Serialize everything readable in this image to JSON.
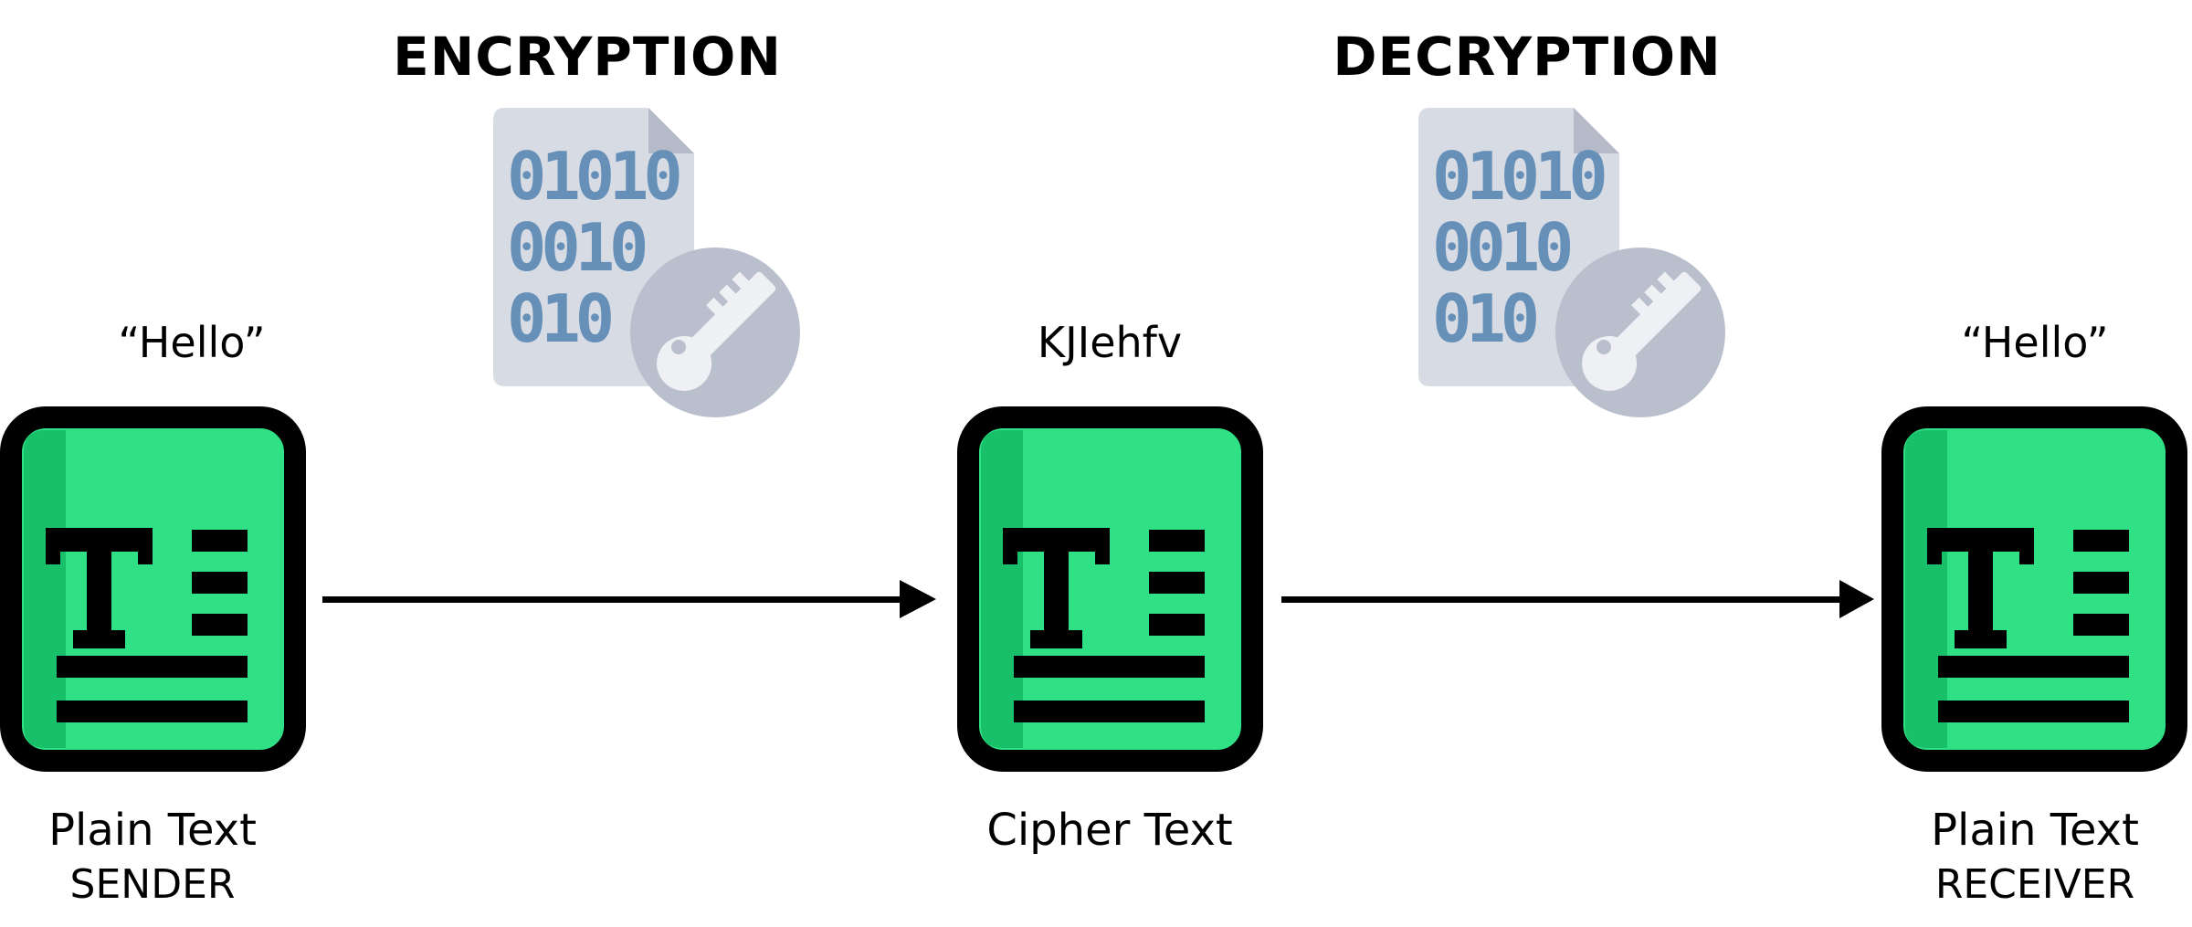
{
  "stages": {
    "encryption": {
      "title": "ENCRYPTION",
      "icon": "encrypted-file-key-icon",
      "digits": [
        "01010",
        "0010",
        "010"
      ]
    },
    "decryption": {
      "title": "DECRYPTION",
      "icon": "encrypted-file-key-icon",
      "digits": [
        "01010",
        "0010",
        "010"
      ]
    }
  },
  "documents": {
    "sender": {
      "content": "“Hello”",
      "label": "Plain Text",
      "role": "SENDER"
    },
    "cipher": {
      "content": "KJIehfv",
      "label": "Cipher Text",
      "role": ""
    },
    "receiver": {
      "content": "“Hello”",
      "label": "Plain Text",
      "role": "RECEIVER"
    }
  },
  "colors": {
    "doc_green": "#2fe085",
    "doc_green_dark": "#19c06a",
    "file_gray": "#d7dbe4",
    "file_fold": "#b4bac8",
    "digit_blue": "#6790b8",
    "key_circle": "#b9bfcd",
    "key_white": "#eef0f4"
  },
  "icons": {
    "document": "text-document-icon",
    "arrow": "arrow-right-icon"
  }
}
